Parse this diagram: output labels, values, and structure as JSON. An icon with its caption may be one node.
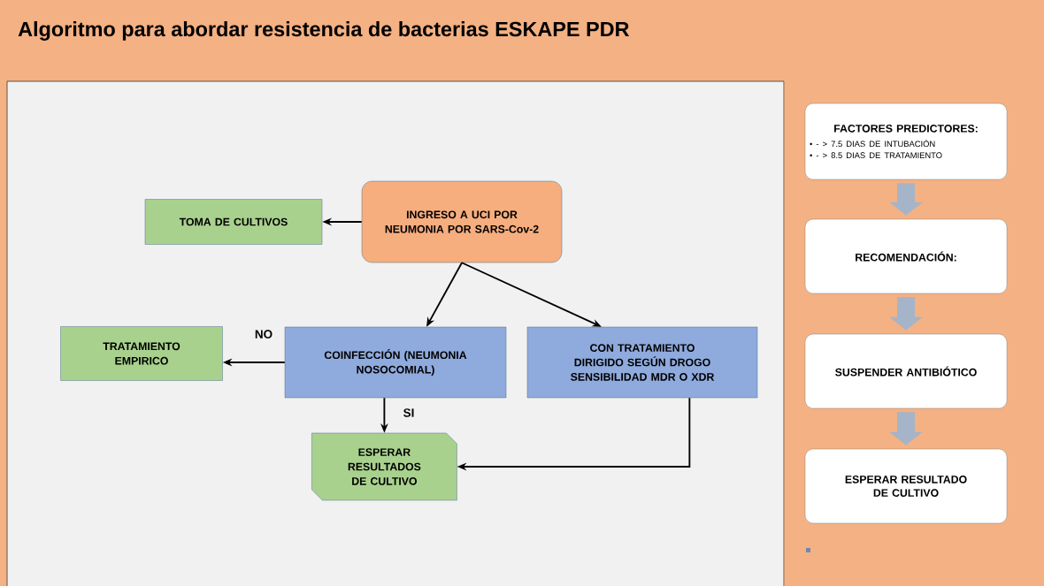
{
  "diagram": {
    "title": "Algoritmo para abordar resistencia de bacterias ESKAPE PDR",
    "nodes": [
      {
        "text": [
          "INGRESO A UCI POR NEUMONIA POR SARS-Cov-2"
        ]
      },
      {
        "text": [
          "TOMA DE CULTIVOS"
        ]
      },
      {
        "text": [
          "COINFECCIÓN (NEUMONIA NOSOCOMIAL)"
        ]
      },
      {
        "text": [
          "CON TRATAMIENTO DIRIGIDO SEGÚN DROGO SENSIBILIDAD MDR O XDR"
        ]
      },
      {
        "text": [
          "TRATAMIENTO EMPIRICO"
        ]
      },
      {
        "text": [
          "ESPERAR RESULTADOS DE CULTIVO"
        ]
      },
      {
        "text": [
          "FACTORES PREDICTORES:",
          "• - > 7.5 DIAS DE INTUBACIÓN",
          "• - > 8.5 DIAS DE TRATAMIENTO"
        ]
      },
      {
        "text": [
          "RECOMENDACIÓN:"
        ]
      },
      {
        "text": [
          "SUSPENDER ANTIBIÓTICO"
        ]
      },
      {
        "text": [
          "ESPERAR RESULTADO DE CULTIVO"
        ]
      }
    ],
    "edges": [
      {
        "from": 0,
        "to": 1,
        "arrow": "to"
      },
      {
        "from": 0,
        "to": 2,
        "arrow": "to"
      },
      {
        "from": 0,
        "to": 3,
        "arrow": "to"
      },
      {
        "from": 2,
        "to": 4,
        "arrow": "to",
        "label": "NO"
      },
      {
        "from": 2,
        "to": 5,
        "arrow": "to",
        "label": "SI"
      },
      {
        "from": 3,
        "to": 5,
        "arrow": "to"
      },
      {
        "from": 6,
        "to": 7,
        "arrow": "to",
        "style": "thick",
        "color": "#a5b4c8"
      },
      {
        "from": 7,
        "to": 8,
        "arrow": "to",
        "style": "thick",
        "color": "#a5b4c8"
      },
      {
        "from": 8,
        "to": 9,
        "arrow": "to",
        "style": "thick",
        "color": "#a5b4c8"
      }
    ]
  }
}
